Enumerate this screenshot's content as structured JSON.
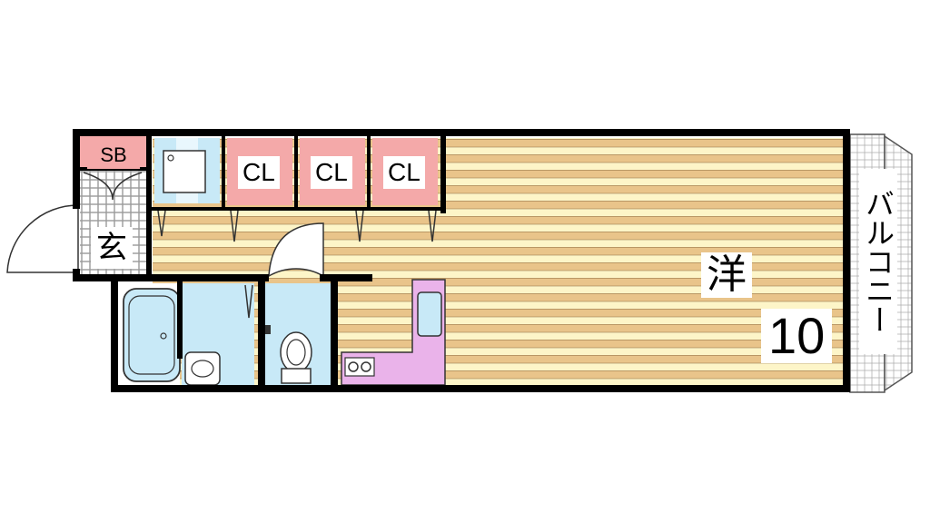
{
  "rooms": {
    "shoe_box": "SB",
    "entrance": "玄",
    "closets": [
      "CL",
      "CL",
      "CL"
    ],
    "western_room": "洋",
    "western_room_size": "10",
    "balcony": "バルコニー"
  },
  "colors": {
    "wall": "#000000",
    "floor_stripe_light": "#fdf5c8",
    "floor_stripe_dark": "#e9c48a",
    "closet_fill": "#f4a9a9",
    "wet_area_fill": "#c8e9f7",
    "kitchen_fill": "#eab3ea",
    "entrance_tile": "#aaaaaa",
    "balcony_fill": "#ffffff"
  },
  "icons": [
    "bathtub-icon",
    "washbasin-icon",
    "toilet-icon",
    "washing-machine-pan-icon",
    "stove-icon",
    "sink-icon",
    "door-swing-icon"
  ]
}
